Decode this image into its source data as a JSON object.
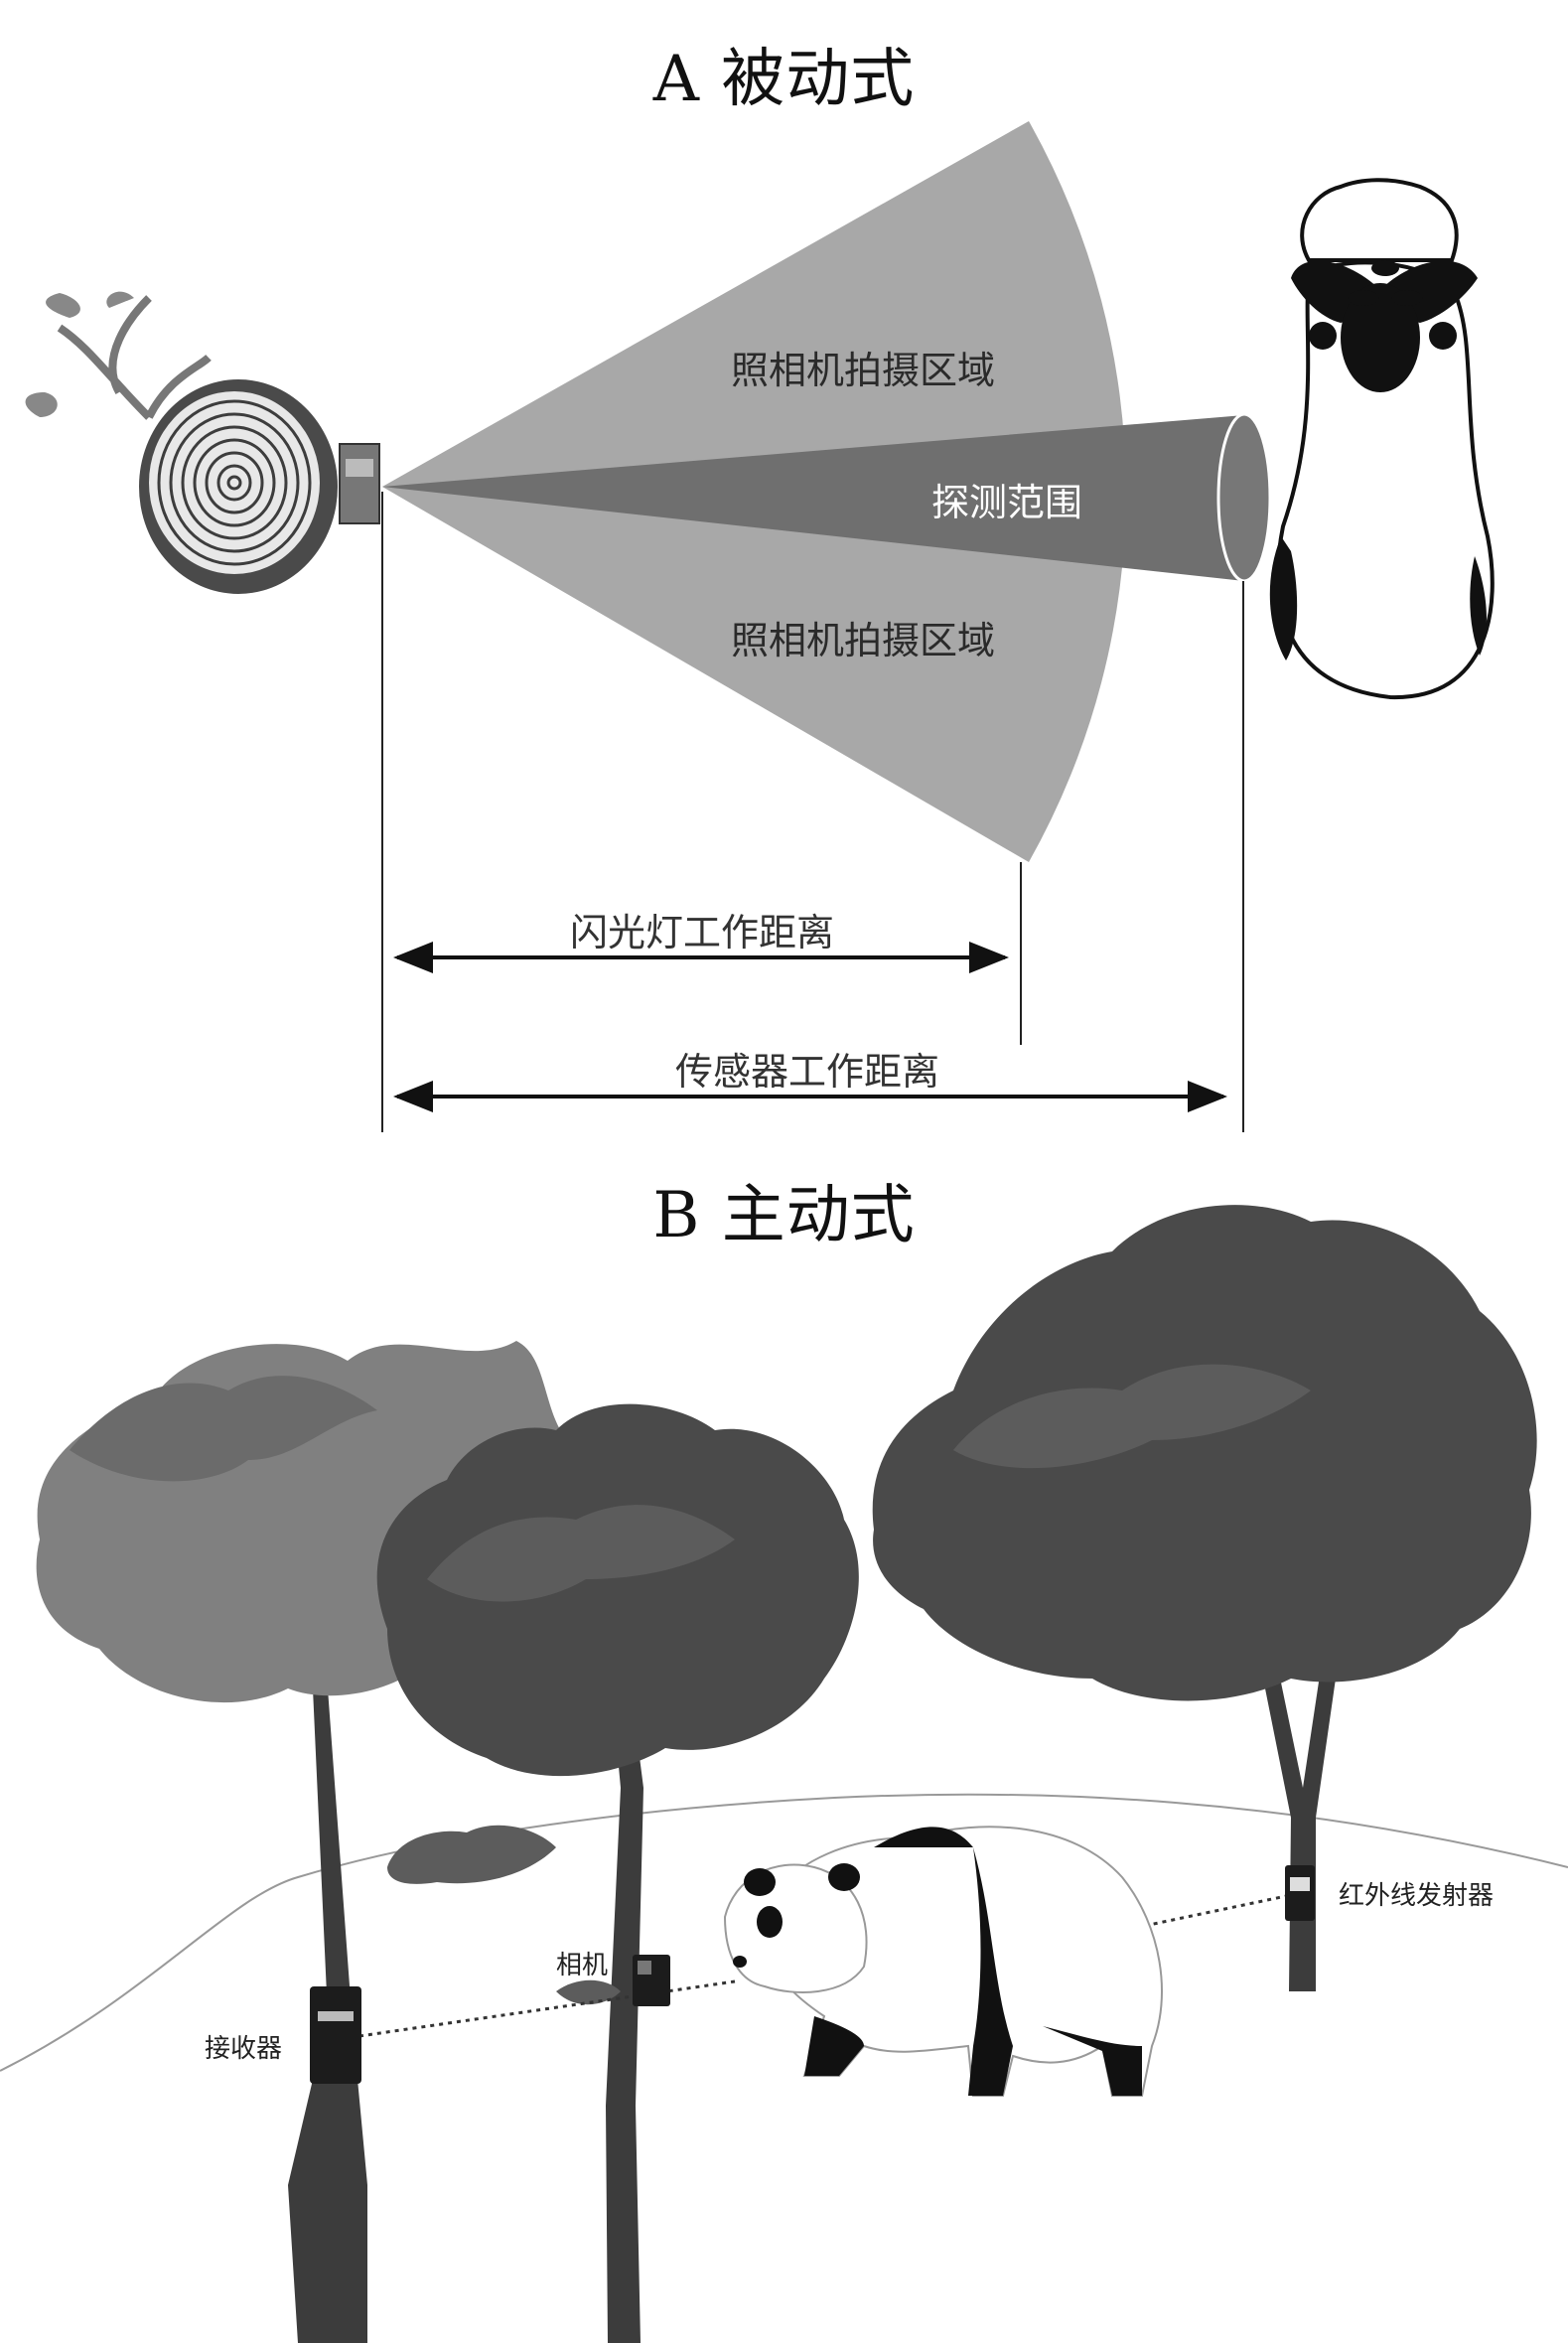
{
  "panel_a": {
    "title": "A 被动式",
    "camera_zone_top": "照相机拍摄区域",
    "camera_zone_bottom": "照相机拍摄区域",
    "detection_range": "探测范围",
    "flash_distance": "闪光灯工作距离",
    "sensor_distance": "传感器工作距离"
  },
  "panel_b": {
    "title": "B 主动式",
    "receiver": "接收器",
    "camera": "相机",
    "ir_emitter": "红外线发射器"
  },
  "colors": {
    "fov_fill": "#a8a8a8",
    "detection_fill": "#6f6f6f",
    "tree_dark": "#4a4a4a",
    "tree_mid": "#6b6b6b",
    "tree_light": "#808080",
    "trunk": "#3c3c3c",
    "device": "#1c1c1c"
  }
}
